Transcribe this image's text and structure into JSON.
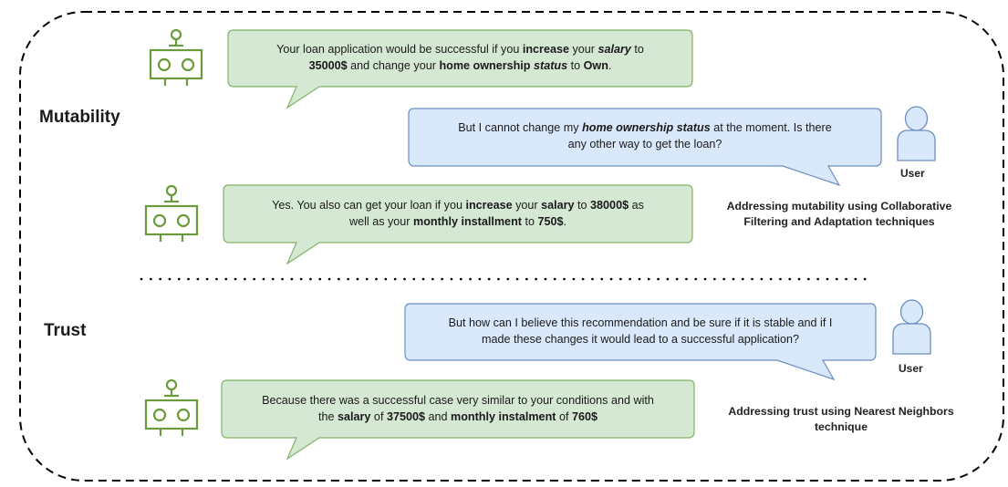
{
  "sections": {
    "mutability": "Mutability",
    "trust": "Trust"
  },
  "bubbles": [
    {
      "speaker": "bot",
      "segments": [
        {
          "t": "Your loan application would be successful if you ",
          "s": "n"
        },
        {
          "t": "increase",
          "s": "b"
        },
        {
          "t": " your ",
          "s": "n"
        },
        {
          "t": "salary",
          "s": "bi"
        },
        {
          "t": " to ",
          "s": "n"
        },
        {
          "br": true
        },
        {
          "t": "35000$",
          "s": "b"
        },
        {
          "t": " and change your ",
          "s": "n"
        },
        {
          "t": "home ownership",
          "s": "b"
        },
        {
          "t": " ",
          "s": "n"
        },
        {
          "t": "status",
          "s": "bi"
        },
        {
          "t": " to ",
          "s": "n"
        },
        {
          "t": "Own",
          "s": "b"
        },
        {
          "t": ".",
          "s": "n"
        }
      ]
    },
    {
      "speaker": "user",
      "segments": [
        {
          "t": "But I cannot change my ",
          "s": "n"
        },
        {
          "t": "home ownership status",
          "s": "bi"
        },
        {
          "t": " at the moment. Is there",
          "s": "n"
        },
        {
          "br": true
        },
        {
          "t": "any other way to get the loan?",
          "s": "n"
        }
      ]
    },
    {
      "speaker": "bot",
      "segments": [
        {
          "t": "Yes. You also can get your loan if you ",
          "s": "n"
        },
        {
          "t": "increase",
          "s": "b"
        },
        {
          "t": " your ",
          "s": "n"
        },
        {
          "t": "salary",
          "s": "b"
        },
        {
          "t": " to ",
          "s": "n"
        },
        {
          "t": "38000$",
          "s": "b"
        },
        {
          "t": " as",
          "s": "n"
        },
        {
          "br": true
        },
        {
          "t": "well as your ",
          "s": "n"
        },
        {
          "t": "monthly installment",
          "s": "b"
        },
        {
          "t": " to ",
          "s": "n"
        },
        {
          "t": "750$",
          "s": "b"
        },
        {
          "t": ".",
          "s": "n"
        }
      ]
    },
    {
      "speaker": "user",
      "segments": [
        {
          "t": "But how can I believe this recommendation and be sure if it is stable and if I",
          "s": "n"
        },
        {
          "br": true
        },
        {
          "t": "made these changes it would lead to a successful application?",
          "s": "n"
        }
      ]
    },
    {
      "speaker": "bot",
      "segments": [
        {
          "t": "Because there was a successful case very similar to your conditions and with",
          "s": "n"
        },
        {
          "br": true
        },
        {
          "t": "the ",
          "s": "n"
        },
        {
          "t": "salary",
          "s": "b"
        },
        {
          "t": " of ",
          "s": "n"
        },
        {
          "t": "37500$",
          "s": "b"
        },
        {
          "t": " and ",
          "s": "n"
        },
        {
          "t": "monthly instalment",
          "s": "b"
        },
        {
          "t": " of ",
          "s": "n"
        },
        {
          "t": "760$",
          "s": "b"
        }
      ]
    }
  ],
  "captions": {
    "mutability_line1": "Addressing mutability using Collaborative",
    "mutability_line2": "Filtering and Adaptation techniques",
    "trust_line1": "Addressing trust using Nearest Neighbors",
    "trust_line2": "technique"
  },
  "user_label": "User",
  "colors": {
    "bot_fill": "#d5e8d4",
    "bot_stroke": "#82b366",
    "user_fill": "#dae8fc",
    "user_stroke": "#6c8ebf",
    "frame_stroke": "#000000",
    "robot_stroke": "#6a9a3a"
  },
  "icons": {
    "bot": "robot-icon",
    "user": "person-icon"
  }
}
